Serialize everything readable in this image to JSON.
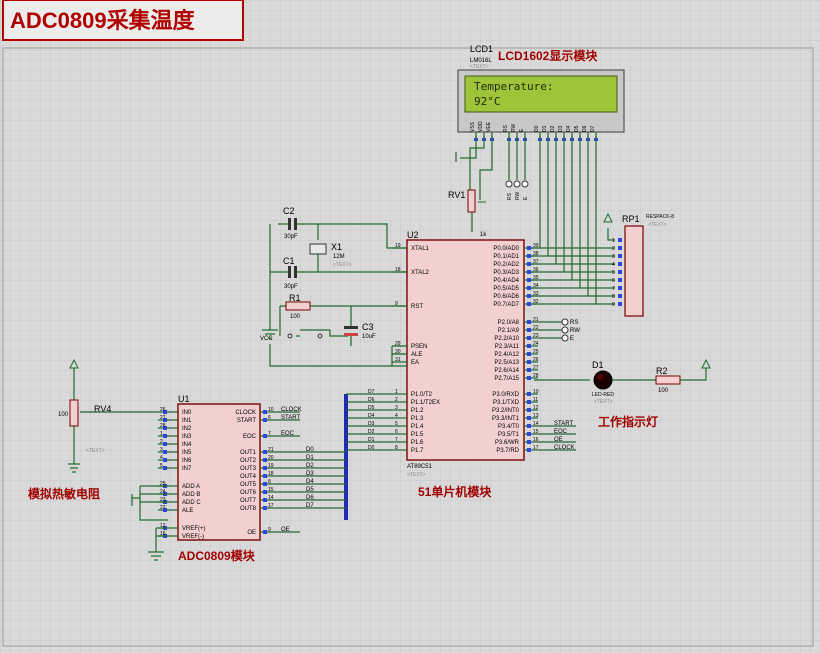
{
  "title": "ADC0809采集温度",
  "lcd": {
    "ref": "LCD1",
    "model": "LM016L",
    "caption": "LCD1602显示模块",
    "line1": "Temperature:",
    "line2": "92°C",
    "pins": [
      "VSS",
      "VDD",
      "VEE",
      "RS",
      "RW",
      "E",
      "D0",
      "D1",
      "D2",
      "D3",
      "D4",
      "D5",
      "D6",
      "D7"
    ]
  },
  "mcu": {
    "ref": "U2",
    "model": "AT89C51",
    "caption": "51单片机模块",
    "left_pins": [
      {
        "num": "19",
        "name": "XTAL1"
      },
      {
        "num": "18",
        "name": "XTAL2"
      },
      {
        "num": "9",
        "name": "RST"
      },
      {
        "num": "29",
        "name": "PSEN"
      },
      {
        "num": "30",
        "name": "ALE"
      },
      {
        "num": "31",
        "name": "EA"
      },
      {
        "num": "1",
        "name": "P1.0/T2"
      },
      {
        "num": "2",
        "name": "P1.1/T2EX"
      },
      {
        "num": "3",
        "name": "P1.2"
      },
      {
        "num": "4",
        "name": "P1.3"
      },
      {
        "num": "5",
        "name": "P1.4"
      },
      {
        "num": "6",
        "name": "P1.5"
      },
      {
        "num": "7",
        "name": "P1.6"
      },
      {
        "num": "8",
        "name": "P1.7"
      }
    ],
    "p0_pins": [
      {
        "num": "39",
        "name": "P0.0/AD0"
      },
      {
        "num": "38",
        "name": "P0.1/AD1"
      },
      {
        "num": "37",
        "name": "P0.2/AD2"
      },
      {
        "num": "36",
        "name": "P0.3/AD3"
      },
      {
        "num": "35",
        "name": "P0.4/AD4"
      },
      {
        "num": "34",
        "name": "P0.5/AD5"
      },
      {
        "num": "33",
        "name": "P0.6/AD6"
      },
      {
        "num": "32",
        "name": "P0.7/AD7"
      }
    ],
    "p2_pins": [
      {
        "num": "21",
        "name": "P2.0/A8"
      },
      {
        "num": "22",
        "name": "P2.1/A9"
      },
      {
        "num": "23",
        "name": "P2.2/A10"
      },
      {
        "num": "24",
        "name": "P2.3/A11"
      },
      {
        "num": "25",
        "name": "P2.4/A12"
      },
      {
        "num": "26",
        "name": "P2.5/A13"
      },
      {
        "num": "27",
        "name": "P2.6/A14"
      },
      {
        "num": "28",
        "name": "P2.7/A15"
      }
    ],
    "p3_pins": [
      {
        "num": "10",
        "name": "P3.0/RXD"
      },
      {
        "num": "11",
        "name": "P3.1/TXD"
      },
      {
        "num": "12",
        "name": "P3.2/INT0"
      },
      {
        "num": "13",
        "name": "P3.3/INT1"
      },
      {
        "num": "14",
        "name": "P3.4/T0"
      },
      {
        "num": "15",
        "name": "P3.5/T1"
      },
      {
        "num": "16",
        "name": "P3.6/WR"
      },
      {
        "num": "17",
        "name": "P3.7/RD"
      }
    ],
    "p1_bus_labels": [
      "D7",
      "D6",
      "D5",
      "D4",
      "D3",
      "D2",
      "D1",
      "D0"
    ],
    "p2_net_labels": [
      "RS",
      "RW",
      "E"
    ],
    "p3_net_labels": [
      "START",
      "EOC",
      "OE",
      "CLOCK"
    ]
  },
  "adc": {
    "ref": "U1",
    "model": "ADC0809",
    "caption": "ADC0809模块",
    "left_pins": [
      {
        "num": "26",
        "name": "IN0"
      },
      {
        "num": "27",
        "name": "IN1"
      },
      {
        "num": "28",
        "name": "IN2"
      },
      {
        "num": "1",
        "name": "IN3"
      },
      {
        "num": "2",
        "name": "IN4"
      },
      {
        "num": "3",
        "name": "IN5"
      },
      {
        "num": "4",
        "name": "IN6"
      },
      {
        "num": "5",
        "name": "IN7"
      },
      {
        "num": "25",
        "name": "ADD A"
      },
      {
        "num": "24",
        "name": "ADD B"
      },
      {
        "num": "23",
        "name": "ADD C"
      },
      {
        "num": "22",
        "name": "ALE"
      },
      {
        "num": "12",
        "name": "VREF(+)"
      },
      {
        "num": "16",
        "name": "VREF(-)"
      }
    ],
    "right_top_pins": [
      {
        "num": "10",
        "name": "CLOCK",
        "net": "CLOCK"
      },
      {
        "num": "6",
        "name": "START",
        "net": "START"
      },
      {
        "num": "7",
        "name": "EOC",
        "net": "EOC"
      }
    ],
    "out_pins": [
      {
        "num": "21",
        "name": "OUT1",
        "net": "D0"
      },
      {
        "num": "20",
        "name": "OUT2",
        "net": "D1"
      },
      {
        "num": "19",
        "name": "OUT3",
        "net": "D2"
      },
      {
        "num": "18",
        "name": "OUT4",
        "net": "D3"
      },
      {
        "num": "8",
        "name": "OUT5",
        "net": "D4"
      },
      {
        "num": "15",
        "name": "OUT6",
        "net": "D5"
      },
      {
        "num": "14",
        "name": "OUT7",
        "net": "D6"
      },
      {
        "num": "17",
        "name": "OUT8",
        "net": "D7"
      }
    ],
    "oe_pin": {
      "num": "9",
      "name": "OE",
      "net": "OE"
    }
  },
  "parts": {
    "c2": {
      "ref": "C2",
      "value": "30pF"
    },
    "c1": {
      "ref": "C1",
      "value": "30pF"
    },
    "x1": {
      "ref": "X1",
      "value": "12M"
    },
    "r1": {
      "ref": "R1",
      "value": "100"
    },
    "c3": {
      "ref": "C3",
      "value": "10uF"
    },
    "vcc": "VCC",
    "rv1": {
      "ref": "RV1",
      "value": "1k"
    },
    "rv4": {
      "ref": "RV4",
      "value": "100"
    },
    "rp1": {
      "ref": "RP1",
      "model": "RESPACK-8",
      "pins": [
        "1",
        "2",
        "3",
        "4",
        "5",
        "6",
        "7",
        "8",
        "9"
      ]
    },
    "d1": {
      "ref": "D1",
      "model": "LED-RED"
    },
    "r2": {
      "ref": "R2",
      "value": "100"
    },
    "rv1_labels": [
      "RS",
      "RW",
      "E"
    ]
  },
  "captions": {
    "thermistor": "模拟热敏电阻",
    "indicator": "工作指示灯"
  },
  "text_tag": "<TEXT>",
  "colors": {
    "wire": "#1f6b2a",
    "bus": "#1f2bb5",
    "chip_fill": "#f2d0d0",
    "chip_border": "#7a0000",
    "lcd_screen": "#9ec43a",
    "title": "#b00000"
  }
}
